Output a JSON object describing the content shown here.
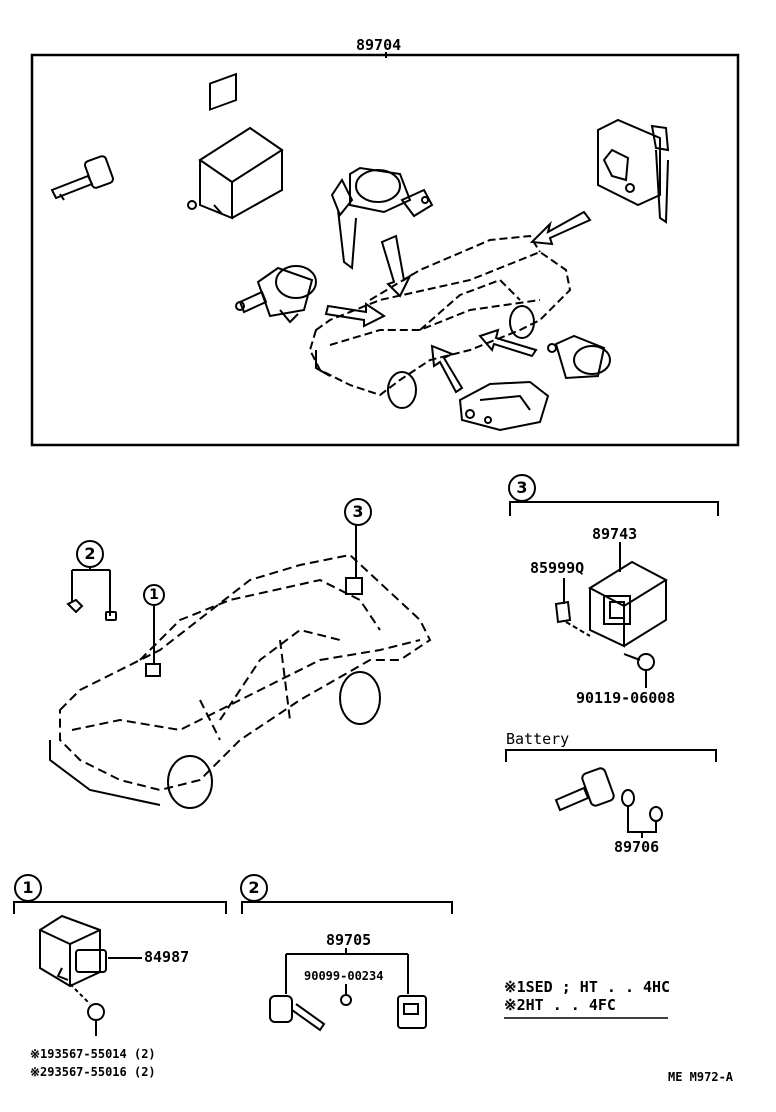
{
  "top_box": {
    "part_number": "89704"
  },
  "callouts": {
    "c1": "1",
    "c2": "2",
    "c3": "3"
  },
  "section3": {
    "index": "3",
    "part_box": "89743",
    "part_plate": "85999Q",
    "part_screw": "90119-06008"
  },
  "battery": {
    "title": "Battery",
    "part": "89706"
  },
  "section1": {
    "index": "1",
    "part_sensor": "84987",
    "note_1": "※193567-55014 (2)",
    "note_2": "※293567-55016 (2)"
  },
  "section2": {
    "index": "2",
    "part_key_set": "89705",
    "part_ring": "90099-00234"
  },
  "legend": {
    "line1": "※1SED ; HT . . 4HC",
    "line2": "※2HT . . 4FC"
  },
  "footer": {
    "code": "ME M972-A"
  }
}
